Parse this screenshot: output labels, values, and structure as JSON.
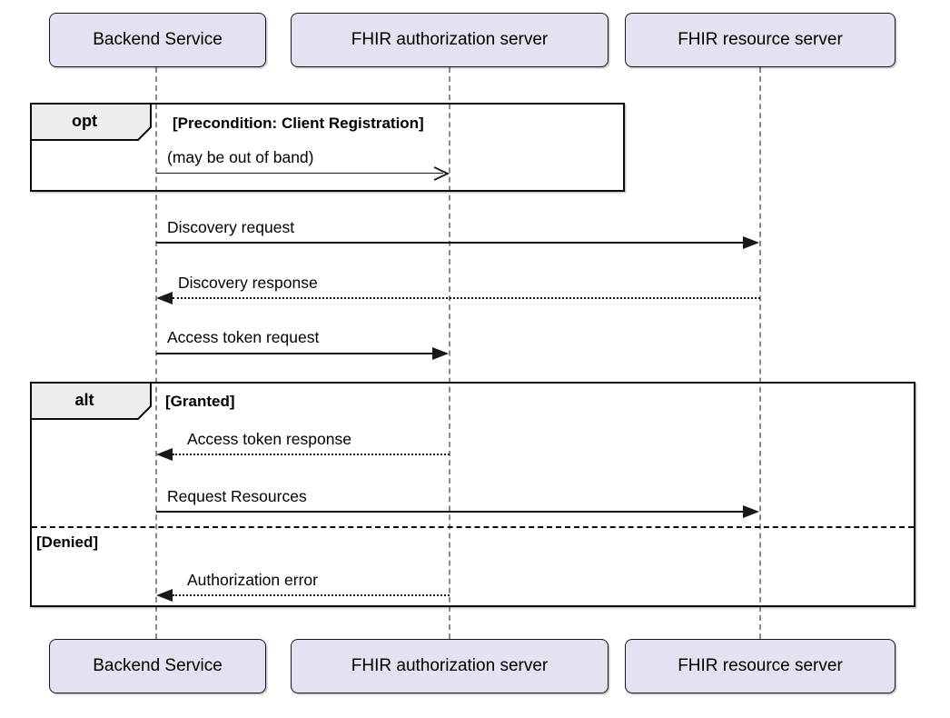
{
  "diagram_type": "uml-sequence-diagram",
  "participants": [
    {
      "name": "Backend Service"
    },
    {
      "name": "FHIR authorization server"
    },
    {
      "name": "FHIR resource server"
    }
  ],
  "fragments": [
    {
      "operator": "opt",
      "guards": [
        "[Precondition: Client Registration]"
      ]
    },
    {
      "operator": "alt",
      "guards": [
        "[Granted]",
        "[Denied]"
      ]
    }
  ],
  "messages": [
    {
      "label": "(may be out of band)",
      "from": "Backend Service",
      "to": "FHIR authorization server",
      "line": "solid",
      "arrowhead": "open"
    },
    {
      "label": "Discovery request",
      "from": "Backend Service",
      "to": "FHIR resource server",
      "line": "solid",
      "arrowhead": "filled"
    },
    {
      "label": "Discovery response",
      "from": "FHIR resource server",
      "to": "Backend Service",
      "line": "dotted",
      "arrowhead": "filled"
    },
    {
      "label": "Access token request",
      "from": "Backend Service",
      "to": "FHIR authorization server",
      "line": "solid",
      "arrowhead": "filled"
    },
    {
      "label": "Access token response",
      "from": "FHIR authorization server",
      "to": "Backend Service",
      "line": "dotted",
      "arrowhead": "filled"
    },
    {
      "label": "Request Resources",
      "from": "Backend Service",
      "to": "FHIR resource server",
      "line": "solid",
      "arrowhead": "filled"
    },
    {
      "label": "Authorization error",
      "from": "FHIR authorization server",
      "to": "Backend Service",
      "line": "dotted",
      "arrowhead": "filled"
    }
  ],
  "colors": {
    "participant_fill": "#E2E2F0",
    "participant_border": "#181818",
    "fragment_border": "#0B0B0B",
    "fragment_header_fill": "#EEEEEE",
    "lifeline": "#8A8A8A",
    "message_line": "#181818",
    "text": "#000000"
  }
}
